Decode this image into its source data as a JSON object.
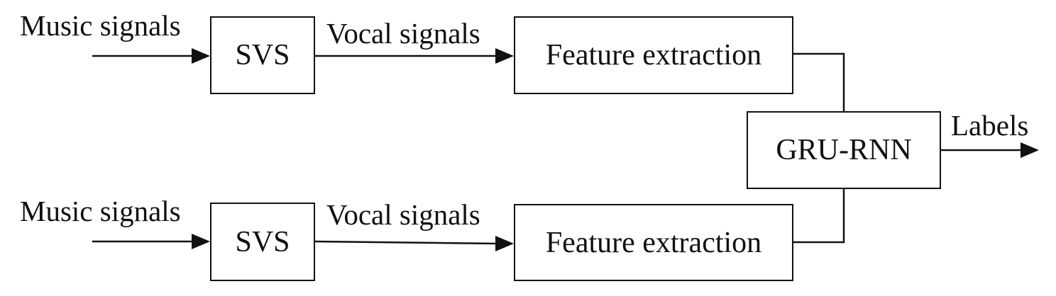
{
  "diagram": {
    "colors": {
      "stroke": "#111111",
      "background": "#ffffff"
    },
    "top_branch": {
      "input_label": "Music signals",
      "svs_label": "SVS",
      "mid_label": "Vocal signals",
      "feature_label": "Feature extraction"
    },
    "bottom_branch": {
      "input_label": "Music signals",
      "svs_label": "SVS",
      "mid_label": "Vocal signals",
      "feature_label": "Feature extraction"
    },
    "model_label": "GRU-RNN",
    "output_label": "Labels"
  }
}
